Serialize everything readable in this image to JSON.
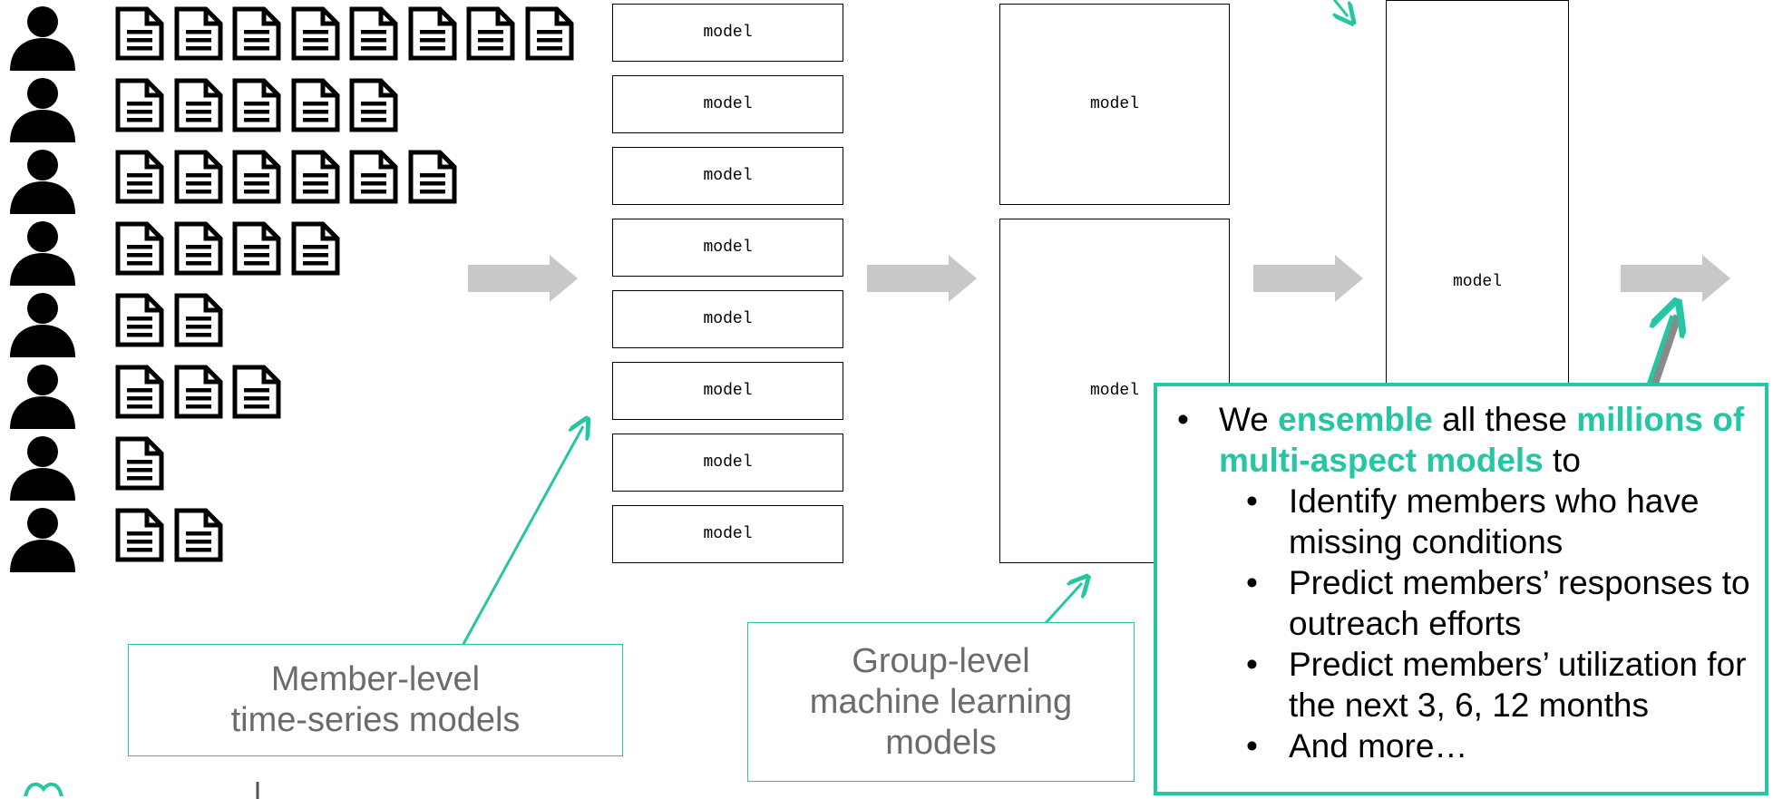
{
  "colors": {
    "accent": "#26c6a4",
    "arrow_gray": "#c8c8c8",
    "caption_text": "#6b6b6b"
  },
  "icons": {
    "person": "person-icon",
    "document": "document-icon",
    "arrow": "right-arrow-icon",
    "logo": "brand-logo-icon"
  },
  "members": [
    {
      "doc_count": 8
    },
    {
      "doc_count": 5
    },
    {
      "doc_count": 6
    },
    {
      "doc_count": 4
    },
    {
      "doc_count": 2
    },
    {
      "doc_count": 3
    },
    {
      "doc_count": 1
    },
    {
      "doc_count": 2
    }
  ],
  "member_models": [
    "model",
    "model",
    "model",
    "model",
    "model",
    "model",
    "model",
    "model"
  ],
  "group_models": [
    "model",
    "model"
  ],
  "ensemble_model": "model",
  "captions": {
    "member_level": "Member-level\ntime-series models",
    "group_level": "Group-level\nmachine learning\nmodels"
  },
  "summary": {
    "intro_we": "We ",
    "intro_ensemble": "ensemble",
    "intro_mid": " all these ",
    "intro_millions": "millions of multi-aspect models",
    "intro_to": " to",
    "bullets": [
      "Identify members who have missing conditions",
      "Predict members’ responses to outreach efforts",
      "Predict members’ utilization for the next 3, 6, 12 months",
      "And more…"
    ]
  }
}
